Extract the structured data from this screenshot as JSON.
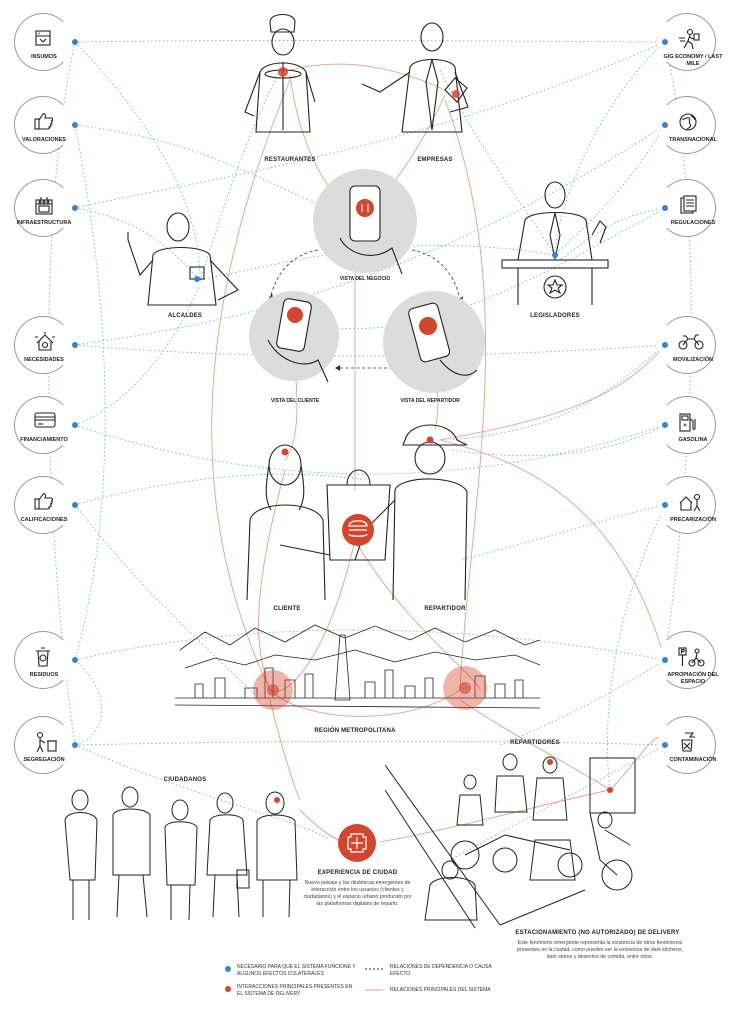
{
  "left_nodes": [
    {
      "label": "INSUMOS",
      "icon": "shop-icon"
    },
    {
      "label": "VALORACIONES",
      "icon": "thumbs-up-icon"
    },
    {
      "label": "INFRAESTRUCTURA",
      "icon": "stove-icon"
    },
    {
      "label": "NECESIDADES",
      "icon": "needs-icon"
    },
    {
      "label": "FINANCIAMIENTO",
      "icon": "credit-card-icon"
    },
    {
      "label": "CALIFICACIONES",
      "icon": "thumbs-up-icon"
    },
    {
      "label": "RESIDUOS",
      "icon": "trash-bin-icon"
    },
    {
      "label": "SEGREGACIÓN",
      "icon": "recycling-person-icon"
    }
  ],
  "right_nodes": [
    {
      "label": "GIG ECONOMY / LAST MILE",
      "icon": "courier-icon"
    },
    {
      "label": "TRANSNACIONAL",
      "icon": "globe-icon"
    },
    {
      "label": "REGULACIONES",
      "icon": "documents-icon"
    },
    {
      "label": "MOVILIZACIÓN",
      "icon": "motorbike-icon"
    },
    {
      "label": "GASOLINA",
      "icon": "fuel-pump-icon"
    },
    {
      "label": "PRECARIZACIÓN",
      "icon": "precarious-icon"
    },
    {
      "label": "APROPIACIÓN DEL ESPACIO",
      "icon": "parking-rider-icon"
    },
    {
      "label": "CONTAMINACIÓN",
      "icon": "pollution-icon"
    }
  ],
  "actors": {
    "restaurantes": "RESTAURANTES",
    "empresas": "EMPRESAS",
    "alcaldes": "ALCALDES",
    "legisladores": "LEGISLADORES",
    "cliente": "CLIENTE",
    "repartidor": "REPARTIDOR",
    "region": "REGIÓN METROPOLITANA",
    "ciudadanos": "CIUDADANOS",
    "repartidores": "REPARTIDORES"
  },
  "views": {
    "negocio": "VISTA DEL NEGOCIO",
    "cliente": "VISTA DEL CLIENTE",
    "repartidor": "VISTA DEL REPARTIDOR"
  },
  "experiencia": {
    "title": "EXPERIENCIA DE CIUDAD",
    "text": "Nuevo paisaje y las dinámicas emergentes de interacción entre los usuarios (clientes y ciudadanos) y el espacio urbano producido por las plataformas digitales de reparto."
  },
  "estacionamiento": {
    "title": "ESTACIONAMIENTO (NO AUTORIZADO) DE DELIVERY",
    "text": "Este fenómeno emergente representa la existencia de otros fenómenos presentes en la ciudad, como pueden ser la existencia de dark kitchens, dark stores y desiertos de comida, entre otros."
  },
  "legend": {
    "blue": "NECESARIO PARA QUE EL SISTEMA FUNCIONE Y ALGUNOS EFECTOS COLATERALES",
    "red": "INTERACCIONES PRINCIPALES PRESENTES EN EL SISTEMA DE DELIVERY",
    "dashed": "RELACIONES DE DEPENDENCIA O CAUSA EFECTO",
    "solid": "RELACIONES PRINCIPALES DEL SISTEMA"
  },
  "colors": {
    "blue": "#3d7fd1",
    "red": "#d2452f",
    "salmon": "#e9a089",
    "grey_circle": "#dcdcdc",
    "ink": "#222222"
  }
}
